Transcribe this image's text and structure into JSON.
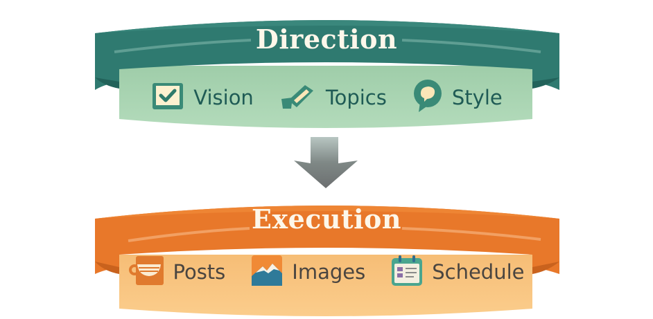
{
  "tiers": [
    {
      "title": "Direction",
      "colors": {
        "band": "#2f7a70",
        "band_dark": "#22625a",
        "panel": "#a7d3b0",
        "text": "#1f5b55"
      },
      "items": [
        {
          "label": "Vision",
          "icon": "checkbox-icon"
        },
        {
          "label": "Topics",
          "icon": "pencil-eraser-icon"
        },
        {
          "label": "Style",
          "icon": "speech-bubble-icon"
        }
      ]
    },
    {
      "title": "Execution",
      "colors": {
        "band": "#e8782a",
        "band_dark": "#c9621d",
        "panel": "#f8c47f",
        "text": "#4a4540"
      },
      "items": [
        {
          "label": "Posts",
          "icon": "mug-icon"
        },
        {
          "label": "Images",
          "icon": "mountain-image-icon"
        },
        {
          "label": "Schedule",
          "icon": "calendar-icon"
        }
      ]
    }
  ],
  "connector": {
    "icon": "down-arrow-icon"
  }
}
